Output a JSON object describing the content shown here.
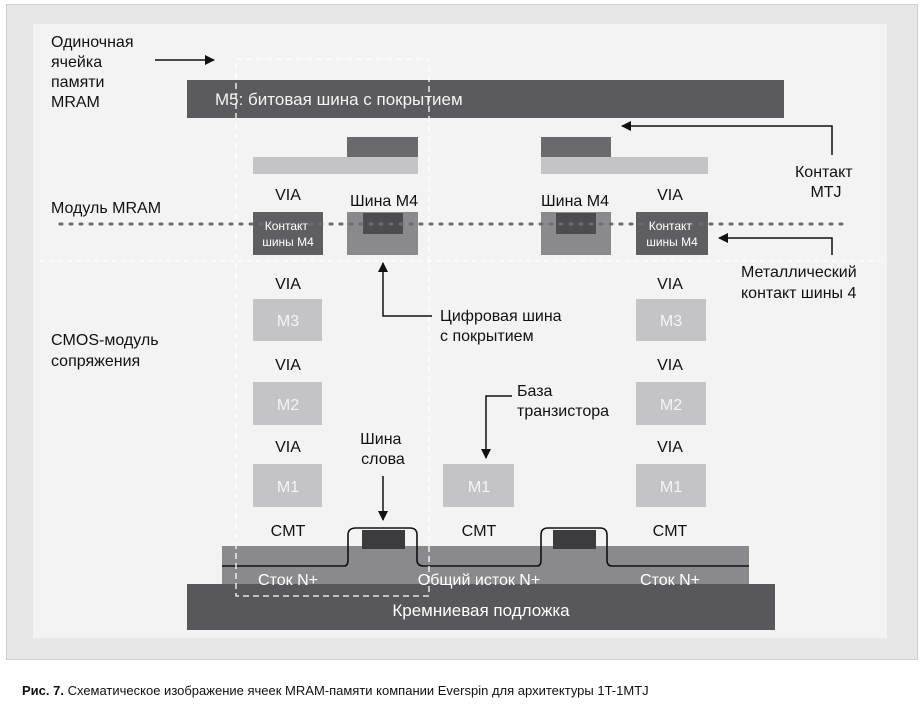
{
  "labels": {
    "cell": [
      "Одиночная",
      "ячейка",
      "памяти",
      "MRAM"
    ],
    "mram_module": "Модуль MRAM",
    "cmos_module": [
      "CMOS-модуль",
      "сопряжения"
    ],
    "bitline": "М5: битовая шина с покрытием",
    "mtj_contact": [
      "Контакт",
      "MTJ"
    ],
    "metal_contact": [
      "Металлический",
      "контакт шины 4"
    ],
    "digit_line": [
      "Цифровая шина",
      "с покрытием"
    ],
    "transistor_base": [
      "База",
      "транзистора"
    ],
    "word_line": [
      "Шина",
      "слова"
    ],
    "via": "VIA",
    "m4_bus": "Шина М4",
    "m4_contact": [
      "Контакт",
      "шины М4"
    ],
    "m3": "M3",
    "m2": "M2",
    "m1": "M1",
    "cmt": "CMT",
    "drain": "Сток N+",
    "common_source": "Общий исток N+",
    "substrate": "Кремниевая подложка"
  },
  "caption": {
    "prefix": "Рис. 7.",
    "text": " Схематическое изображение ячеек MRAM-памяти компании Everspin для архитектуры 1T-1MTJ"
  }
}
